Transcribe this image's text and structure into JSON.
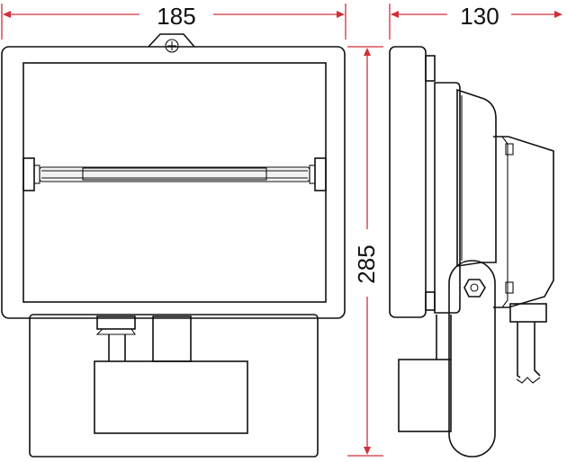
{
  "dimensions": {
    "width": "185",
    "depth": "130",
    "height": "285"
  },
  "colors": {
    "line": "#111111",
    "dimension_line": "#d0303a",
    "background": "#ffffff"
  },
  "icons": {
    "mount_screw": "crosshead-screw-icon",
    "bracket_bolt": "hex-bolt-icon"
  }
}
